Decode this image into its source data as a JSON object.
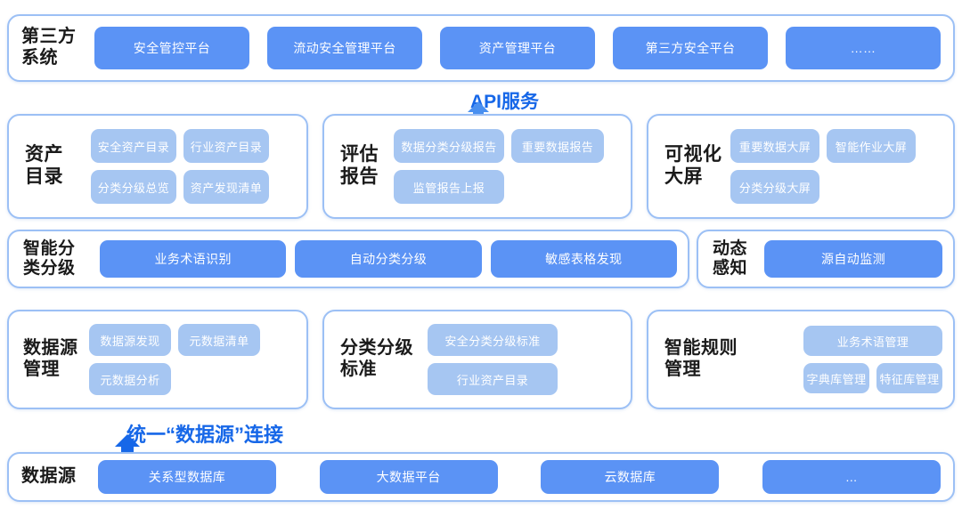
{
  "diagram": {
    "accent_mid_blue": "#5b93f5",
    "accent_light_blue": "#a6c6f2",
    "panel_border": "#9cc0f5",
    "connector_text_color": "#1667e8"
  },
  "rows": {
    "third_party": {
      "title": "第三方\n系统",
      "items": [
        "安全管控平台",
        "流动安全管理平台",
        "资产管理平台",
        "第三方安全平台",
        "……"
      ]
    },
    "asset_catalog": {
      "title": "资产\n目录",
      "items": [
        "安全资产目录",
        "行业资产目录",
        "分类分级总览",
        "资产发现清单"
      ]
    },
    "assessment_report": {
      "title": "评估\n报告",
      "items": [
        "数据分类分级报告",
        "重要数据报告",
        "监管报告上报"
      ]
    },
    "visual_screen": {
      "title": "可视化\n大屏",
      "items": [
        "重要数据大屏",
        "智能作业大屏",
        "分类分级大屏"
      ]
    },
    "smart_classify": {
      "title": "智能分\n类分级",
      "items": [
        "业务术语识别",
        "自动分类分级",
        "敏感表格发现"
      ]
    },
    "dynamic_sense": {
      "title": "动态\n感知",
      "items": [
        "源自动监测"
      ]
    },
    "source_manage": {
      "title": "数据源\n管理",
      "items": [
        "数据源发现",
        "元数据清单",
        "元数据分析"
      ]
    },
    "classify_standard": {
      "title": "分类分级\n标准",
      "items": [
        "安全分类分级标准",
        "行业资产目录"
      ]
    },
    "rule_manage": {
      "title": "智能规则\n管理",
      "items": [
        "业务术语管理",
        "字典库管理",
        "特征库管理"
      ]
    },
    "data_source": {
      "title": "数据源",
      "items": [
        "关系型数据库",
        "大数据平台",
        "云数据库",
        "..."
      ]
    }
  },
  "connectors": {
    "api": {
      "label": "API服务",
      "icon": "arrow-up-icon"
    },
    "unified_source": {
      "label": "统一“数据源”连接",
      "icon": "arrow-up-icon"
    }
  }
}
